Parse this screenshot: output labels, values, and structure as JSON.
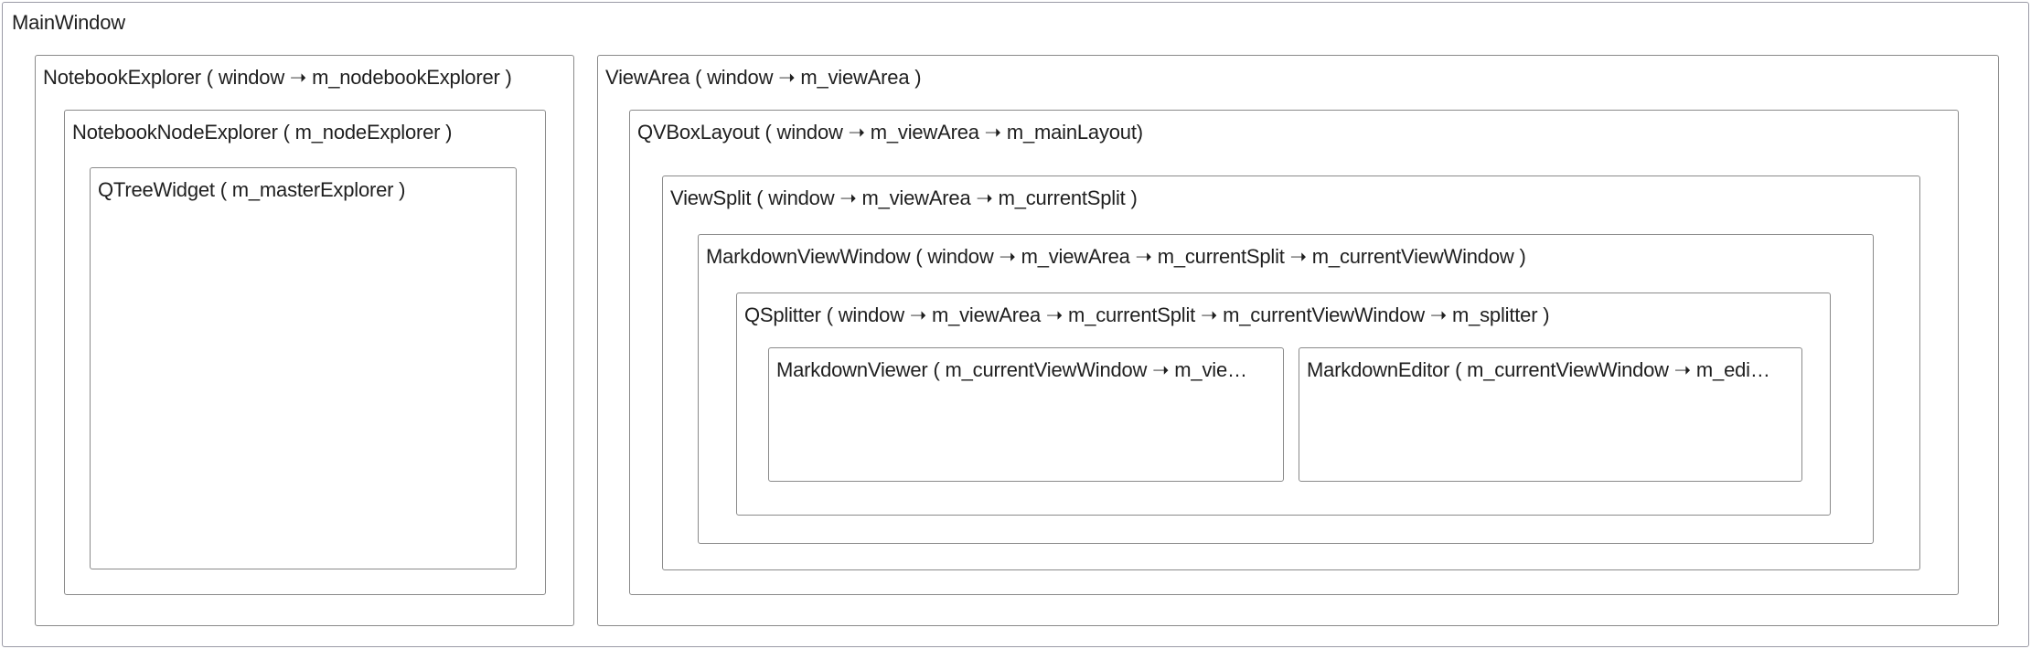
{
  "diagram": {
    "main_window": {
      "label": "MainWindow"
    },
    "notebook_explorer": {
      "label": "NotebookExplorer ( window ➝ m_nodebookExplorer )"
    },
    "notebook_node_explorer": {
      "label": "NotebookNodeExplorer ( m_nodeExplorer )"
    },
    "tree_widget": {
      "label": "QTreeWidget ( m_masterExplorer )"
    },
    "view_area": {
      "label": "ViewArea ( window ➝ m_viewArea )"
    },
    "vbox_layout": {
      "label": "QVBoxLayout ( window ➝ m_viewArea ➝ m_mainLayout)"
    },
    "view_split": {
      "label": "ViewSplit ( window ➝ m_viewArea ➝  m_currentSplit )"
    },
    "markdown_view_window": {
      "label": "MarkdownViewWindow ( window ➝ m_viewArea ➝  m_currentSplit ➝ m_currentViewWindow )"
    },
    "splitter": {
      "label": "QSplitter (  window ➝ m_viewArea ➝  m_currentSplit ➝ m_currentViewWindow ➝ m_splitter )"
    },
    "markdown_viewer": {
      "label": "MarkdownViewer (  m_currentViewWindow ➝ m_vie…"
    },
    "markdown_editor": {
      "label": "MarkdownEditor (  m_currentViewWindow ➝ m_edi…"
    }
  }
}
